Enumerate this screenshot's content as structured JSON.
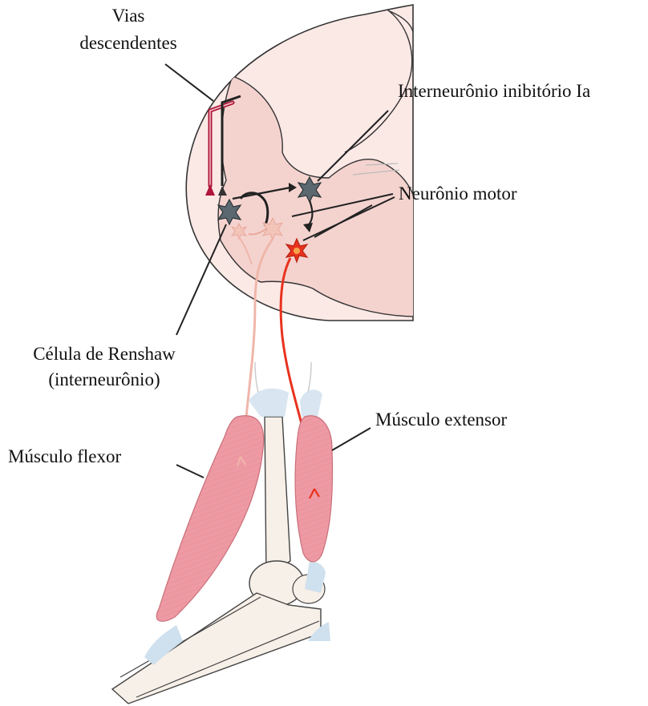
{
  "labels": {
    "descending_line1": "Vias",
    "descending_line2": "descendentes",
    "inhibitory_interneuron": "Interneurônio inibitório Ia",
    "motor_neuron": "Neurônio motor",
    "renshaw_line1": "Célula de Renshaw",
    "renshaw_line2": "(interneurônio)",
    "extensor_muscle": "Músculo extensor",
    "flexor_muscle": "Músculo flexor"
  },
  "colors": {
    "spinal_white_matter": "#fbe9e6",
    "spinal_gray_matter": "#f4d3cf",
    "extensor_pathway": "#e8321e",
    "flexor_pathway": "#f0b6aa",
    "descending_pathway": "#b0163a",
    "interneuron": "#5b6870",
    "muscle": "#ee9aa4",
    "bone": "#f7f0e8",
    "tendon": "#cfe0ee"
  }
}
